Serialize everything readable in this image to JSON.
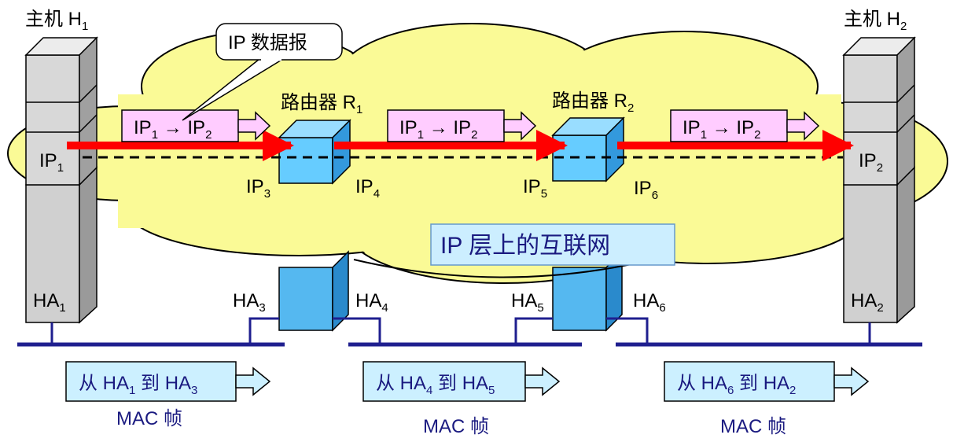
{
  "host_h1": {
    "label": "主机 H",
    "sub": "1",
    "ip": "IP",
    "ip_sub": "1",
    "ha": "HA",
    "ha_sub": "1"
  },
  "host_h2": {
    "label": "主机 H",
    "sub": "2",
    "ip": "IP",
    "ip_sub": "2",
    "ha": "HA",
    "ha_sub": "2"
  },
  "router_r1": {
    "label": "路由器 R",
    "sub": "1",
    "ip_left": "IP",
    "ip_left_sub": "3",
    "ip_right": "IP",
    "ip_right_sub": "4",
    "ha_left": "HA",
    "ha_left_sub": "3",
    "ha_right": "HA",
    "ha_right_sub": "4"
  },
  "router_r2": {
    "label": "路由器 R",
    "sub": "2",
    "ip_left": "IP",
    "ip_left_sub": "5",
    "ip_right": "IP",
    "ip_right_sub": "6",
    "ha_left": "HA",
    "ha_left_sub": "5",
    "ha_right": "HA",
    "ha_right_sub": "6"
  },
  "callout": "IP 数据报",
  "cloud_label": "IP 层上的互联网",
  "datagram": {
    "p1": "IP",
    "p1_sub": "1",
    "arrow": " → ",
    "p2": "IP",
    "p2_sub": "2"
  },
  "frames": [
    {
      "prefix": "从 ",
      "from": "HA",
      "from_sub": "1",
      "mid": " 到 ",
      "to": "HA",
      "to_sub": "3",
      "caption": "MAC 帧"
    },
    {
      "prefix": "从 ",
      "from": "HA",
      "from_sub": "4",
      "mid": " 到 ",
      "to": "HA",
      "to_sub": "5",
      "caption": "MAC 帧"
    },
    {
      "prefix": "从 ",
      "from": "HA",
      "from_sub": "6",
      "mid": " 到 ",
      "to": "HA",
      "to_sub": "2",
      "caption": "MAC 帧"
    }
  ],
  "colors": {
    "cloud_fill": "#fafa96",
    "host_fill": "#d8d8d8",
    "router_fill": "#66ccff",
    "datagram_fill": "#ffccff",
    "frame_fill": "#ccf0ff",
    "red_arrow": "#ff0000",
    "lan_line": "#1f1f8f"
  }
}
